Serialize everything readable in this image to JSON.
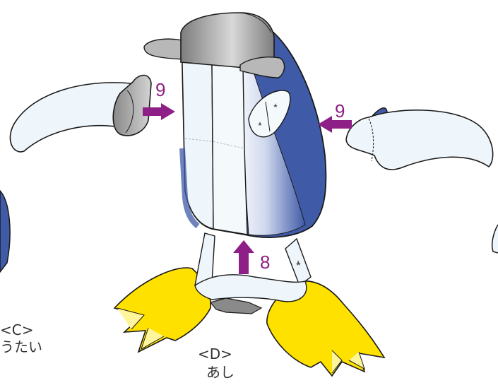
{
  "steps": {
    "left_arrow": "9",
    "right_arrow": "9",
    "bottom_arrow": "8"
  },
  "parts": {
    "c_code": "<C>",
    "c_name": "うたい",
    "d_code": "<D>",
    "d_name": "あし"
  },
  "colors": {
    "body_blue": "#3f5aa6",
    "paper": "#eef6fb",
    "foot_yellow": "#ffe100",
    "foot_light": "#fff59a",
    "arrow_purple": "#8e1f86",
    "outline": "#1a1a1a",
    "cap_gray": "#b8b8b8",
    "cap_dark": "#7d7d7d"
  }
}
